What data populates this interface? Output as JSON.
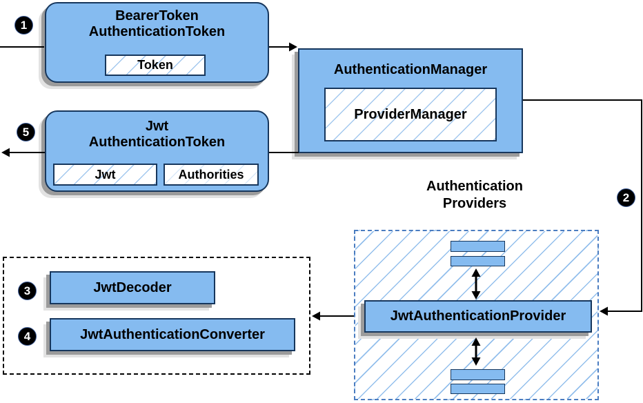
{
  "diagram": {
    "badges": [
      "1",
      "2",
      "3",
      "4",
      "5"
    ],
    "colors": {
      "node_fill": "#85BBF0",
      "node_border": "#16365C",
      "hatch_line": "#A3C8EE",
      "container_dash_blue": "#4A7CC0",
      "container_dash_black": "#000000",
      "shadow": "#9B9B9B",
      "arrow": "#000000",
      "badge_fill": "#000000",
      "badge_text": "#FFFFFF"
    },
    "nodes": {
      "bearer_token": {
        "title": "BearerToken\nAuthenticationToken",
        "token_field": "Token"
      },
      "authentication_manager": {
        "title": "AuthenticationManager",
        "provider_manager_field": "ProviderManager"
      },
      "jwt_authentication_token": {
        "title": "Jwt\nAuthenticationToken",
        "jwt_field": "Jwt",
        "authorities_field": "Authorities"
      },
      "authentication_providers": {
        "heading": "Authentication\nProviders",
        "provider_box": "JwtAuthenticationProvider"
      },
      "jwt_tools": {
        "decoder_box": "JwtDecoder",
        "converter_box": "JwtAuthenticationConverter"
      }
    }
  }
}
